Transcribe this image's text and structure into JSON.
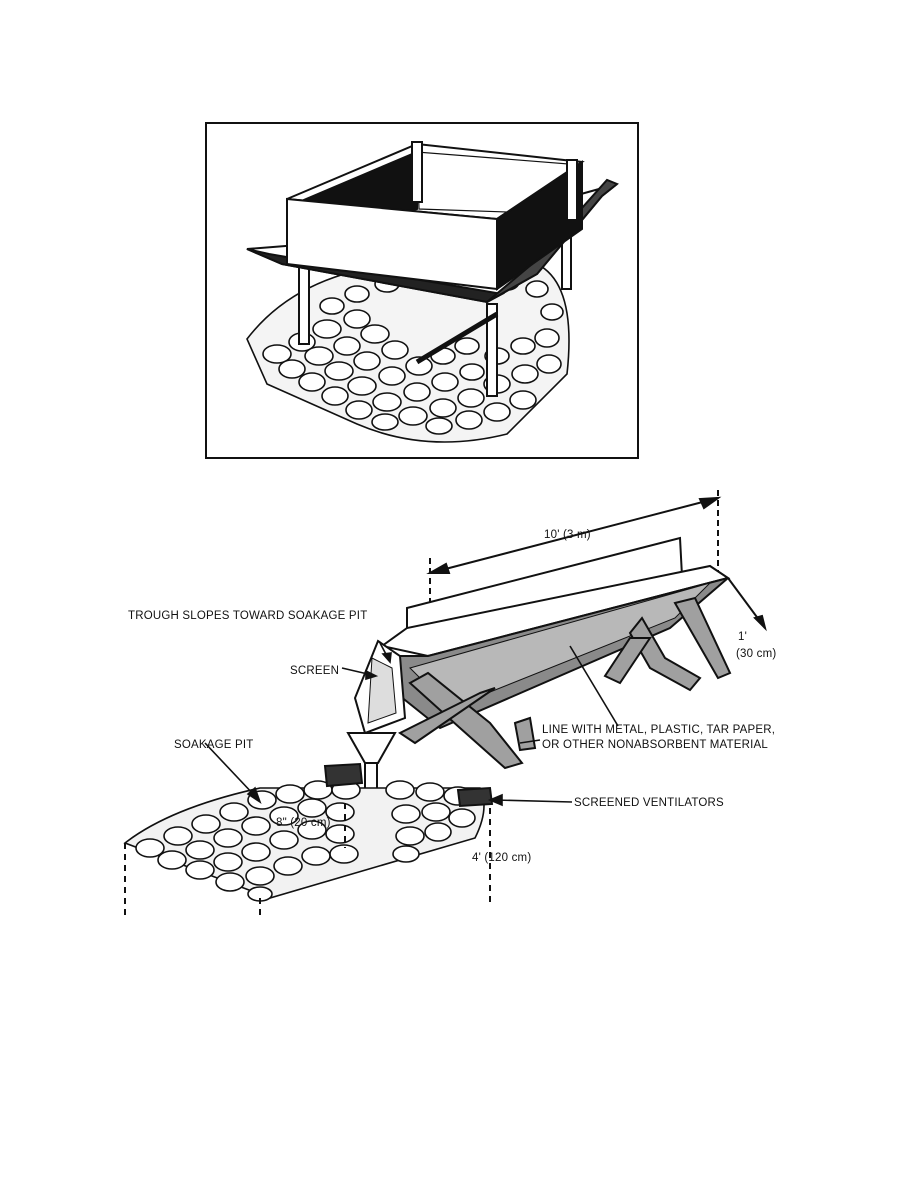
{
  "labels": {
    "length": "10' (3 m)",
    "trough_slopes": "TROUGH SLOPES TOWARD SOAKAGE PIT",
    "width_ft": "1'",
    "width_cm": "(30 cm)",
    "screen": "SCREEN",
    "line_with": "LINE WITH METAL, PLASTIC, TAR PAPER,",
    "nonabsorbent": "OR OTHER NONABSORBENT MATERIAL",
    "soakage_pit": "SOAKAGE PIT",
    "screened_ventilators": "SCREENED VENTILATORS",
    "depth_8in": "8\" (20 cm)",
    "depth_4ft": "4' (120 cm)"
  }
}
